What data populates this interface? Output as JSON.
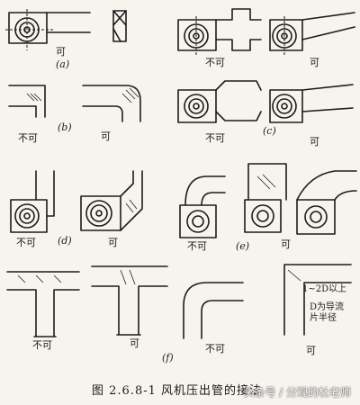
{
  "labels": {
    "ok": "可",
    "not_ok": "不可",
    "a": "(a)",
    "b": "(b)",
    "c": "(c)",
    "d": "(d)",
    "e": "(e)",
    "f": "(f)"
  },
  "annotations": {
    "dist": "1~2D以上",
    "note_line1": "D为导流",
    "note_line2": "片半径"
  },
  "caption": "图 2.6.8-1   风机压出管的接法",
  "watermark": "头条号 / 分观的杜老师"
}
